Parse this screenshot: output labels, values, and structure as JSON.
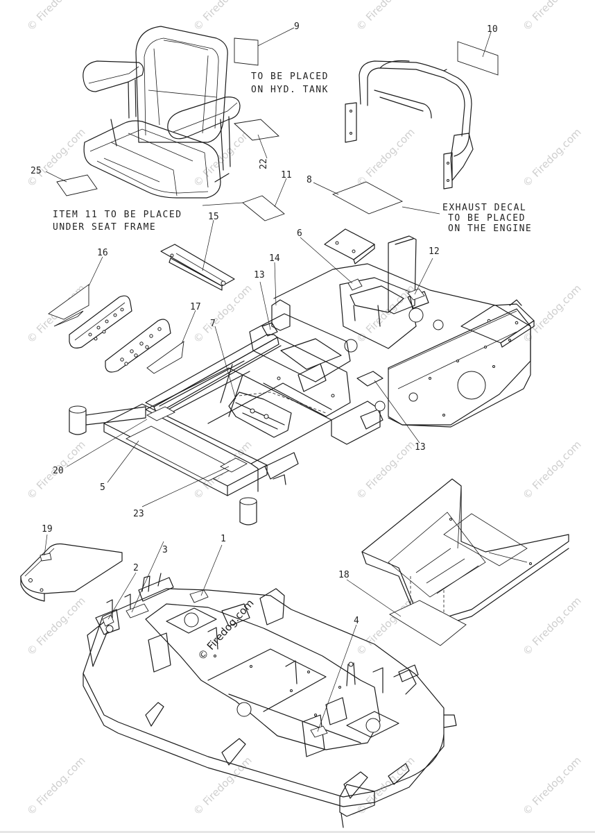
{
  "watermark": {
    "text": "© Firedog.com",
    "color": "#cfcfcf"
  },
  "notes": {
    "hyd_tank": [
      "TO BE PLACED",
      "ON HYD. TANK"
    ],
    "item11": [
      "ITEM 11 TO BE PLACED",
      "UNDER SEAT FRAME"
    ],
    "exhaust": [
      "EXHAUST DECAL",
      "TO BE PLACED",
      "ON THE ENGINE"
    ]
  },
  "callouts": {
    "c1": "1",
    "c2": "2",
    "c3": "3",
    "c4": "4",
    "c5": "5",
    "c6": "6",
    "c7": "7",
    "c8": "8",
    "c9": "9",
    "c10": "10",
    "c11": "11",
    "c12": "12",
    "c13a": "13",
    "c13b": "13",
    "c14": "14",
    "c15": "15",
    "c16": "16",
    "c17": "17",
    "c18": "18",
    "c19": "19",
    "c20": "20",
    "c22": "22",
    "c23": "23",
    "c25": "25"
  },
  "colors": {
    "line": "#1a1a1a",
    "paper": "#ffffff"
  }
}
